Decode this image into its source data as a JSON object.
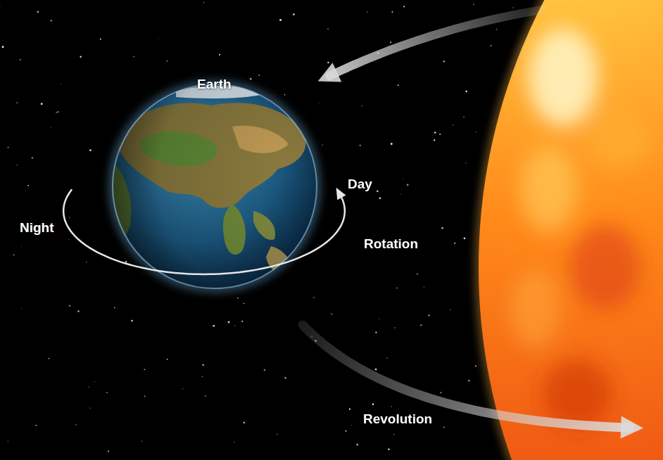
{
  "diagram": {
    "labels": [
      "Earth",
      "Day",
      "Night",
      "Rotation",
      "Revolution"
    ]
  }
}
